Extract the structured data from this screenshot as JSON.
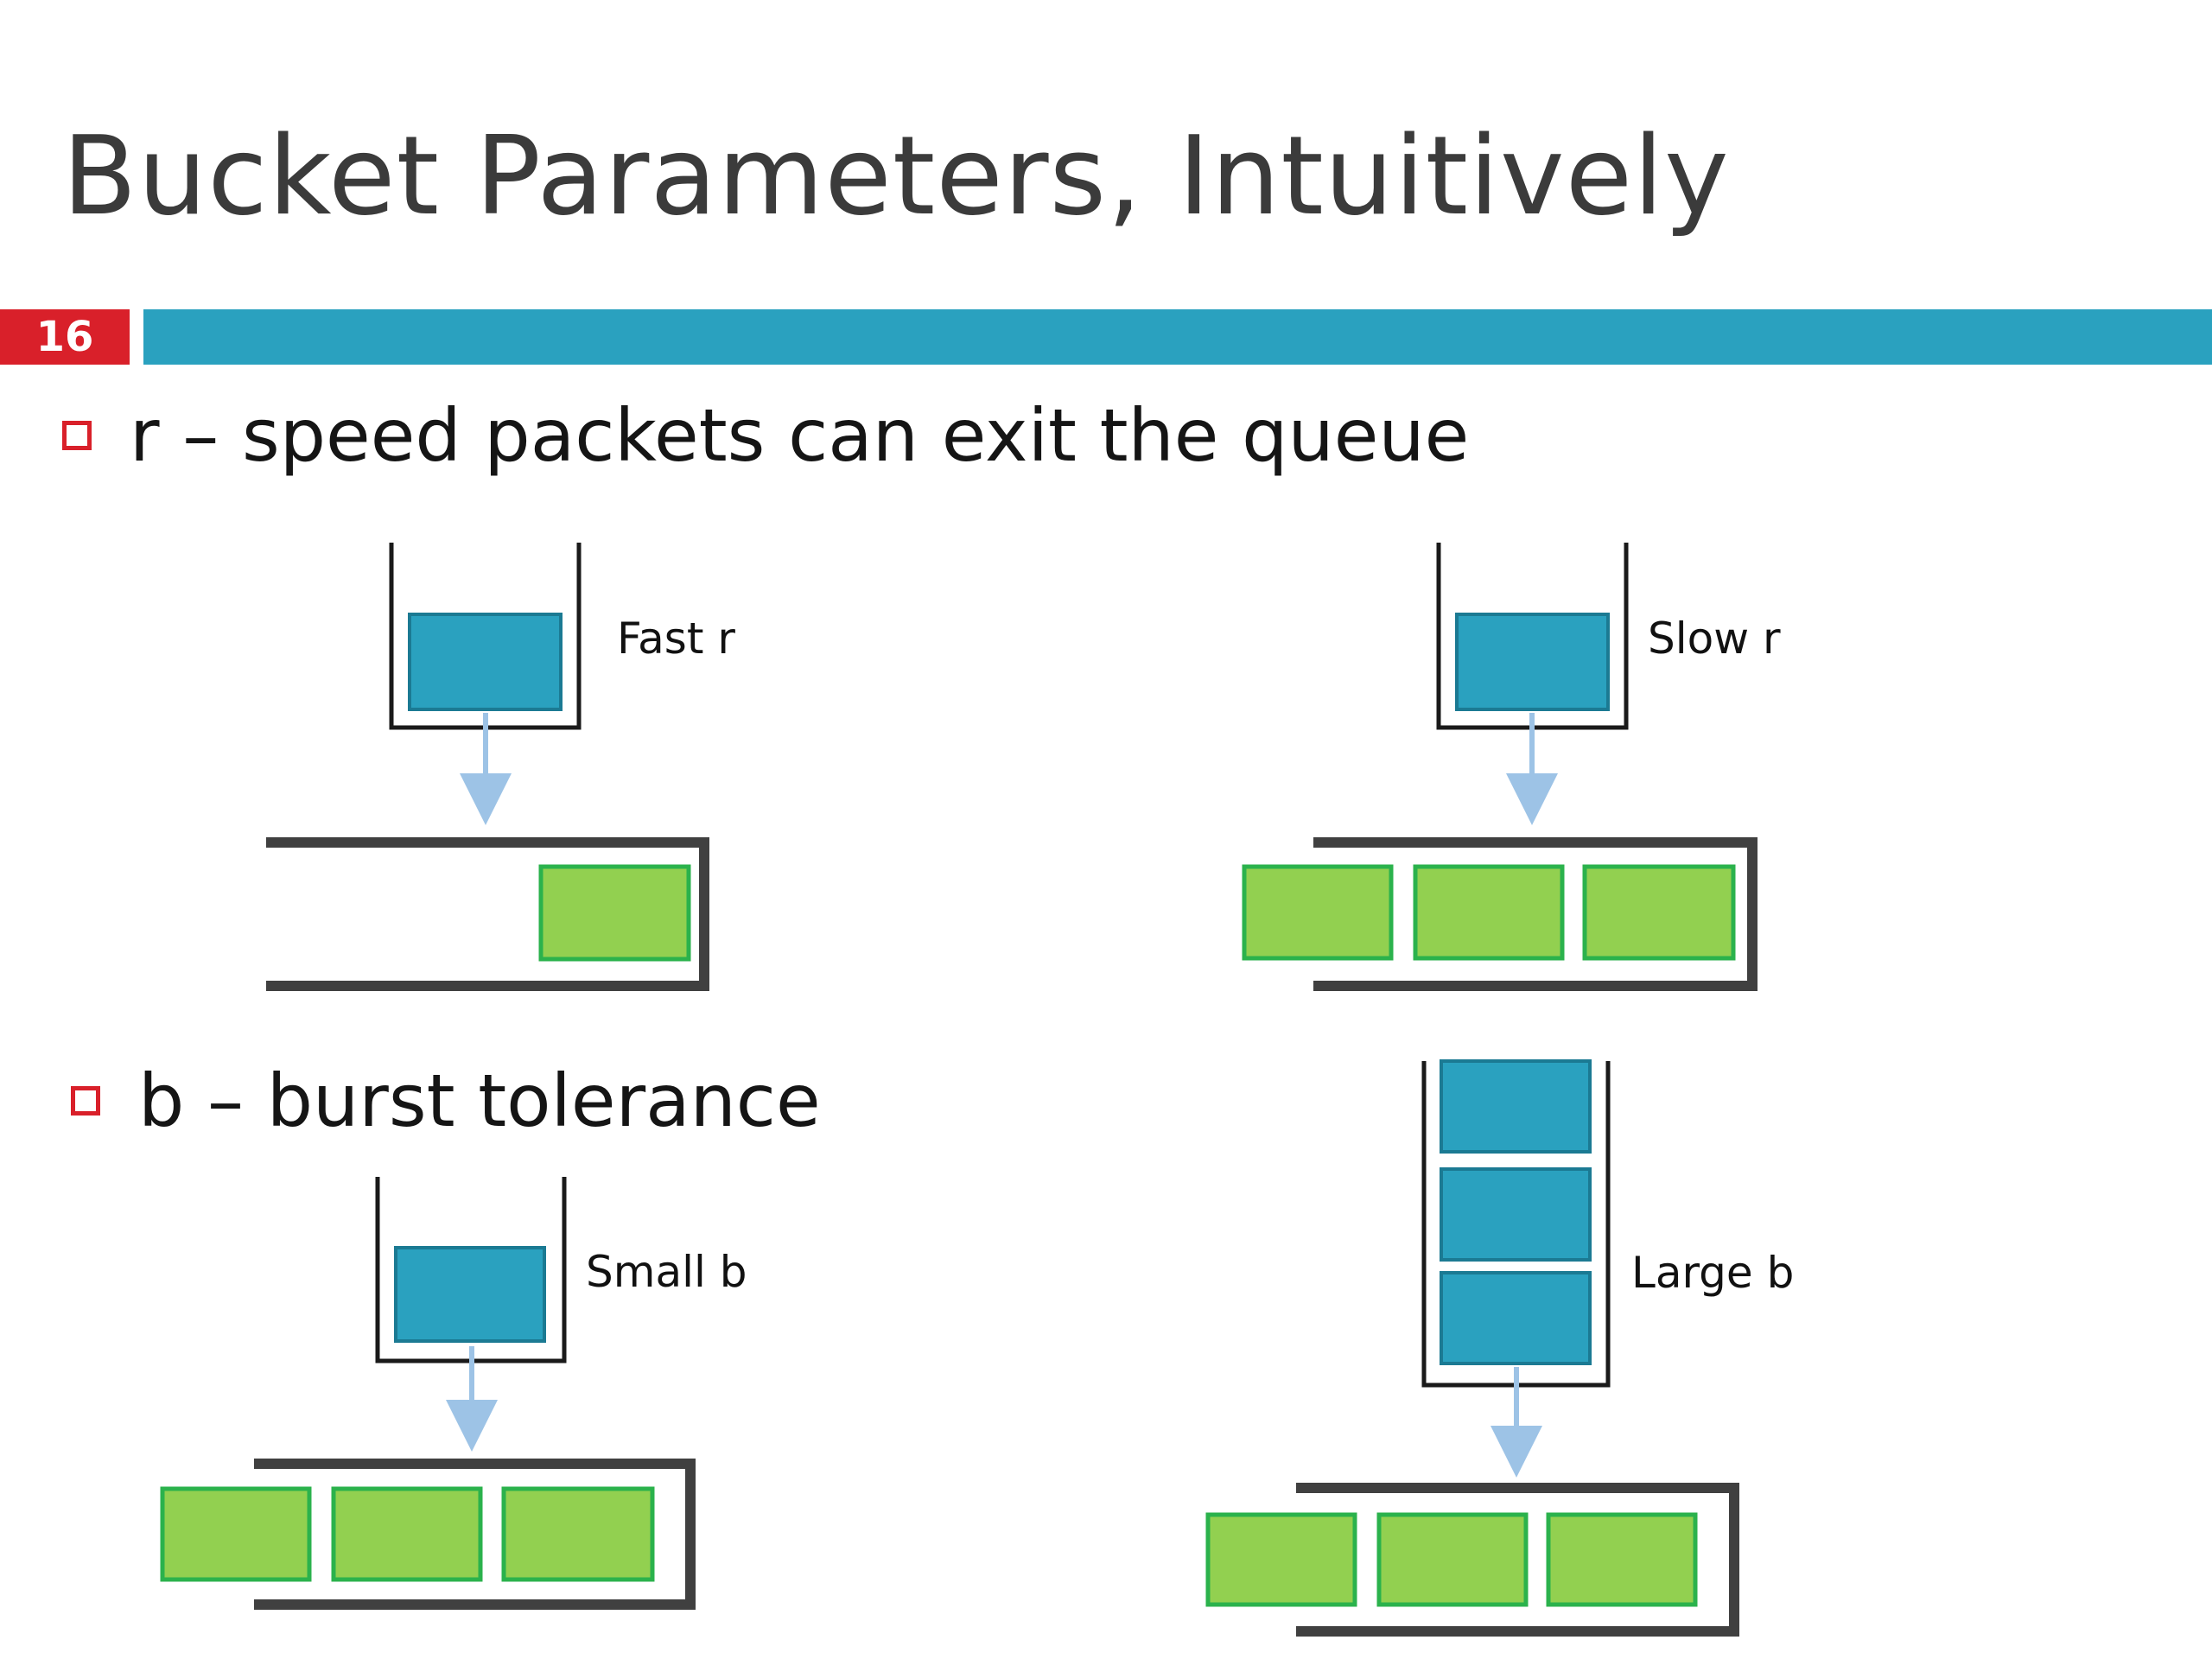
{
  "slide": {
    "title": "Bucket Parameters, Intuitively",
    "number": "16",
    "accent_color": "#2aa1bf",
    "number_color": "#d9202a"
  },
  "bullets": [
    {
      "text": "r – speed packets can exit the queue",
      "icon": "square-bullet-icon"
    },
    {
      "text": "b – burst tolerance",
      "icon": "square-bullet-icon"
    }
  ],
  "diagrams": {
    "token_color": "#2aa1bf",
    "packet_color": "#92d050",
    "arrow_color": "#9dc3e6",
    "fast_r": {
      "label": "Fast r",
      "bucket_tokens": 1,
      "queued_packets": 1
    },
    "slow_r": {
      "label": "Slow r",
      "bucket_tokens": 1,
      "queued_packets": 3
    },
    "small_b": {
      "label": "Small b",
      "bucket_tokens": 1,
      "queued_packets": 3
    },
    "large_b": {
      "label": "Large b",
      "bucket_tokens": 3,
      "queued_packets": 3
    }
  }
}
